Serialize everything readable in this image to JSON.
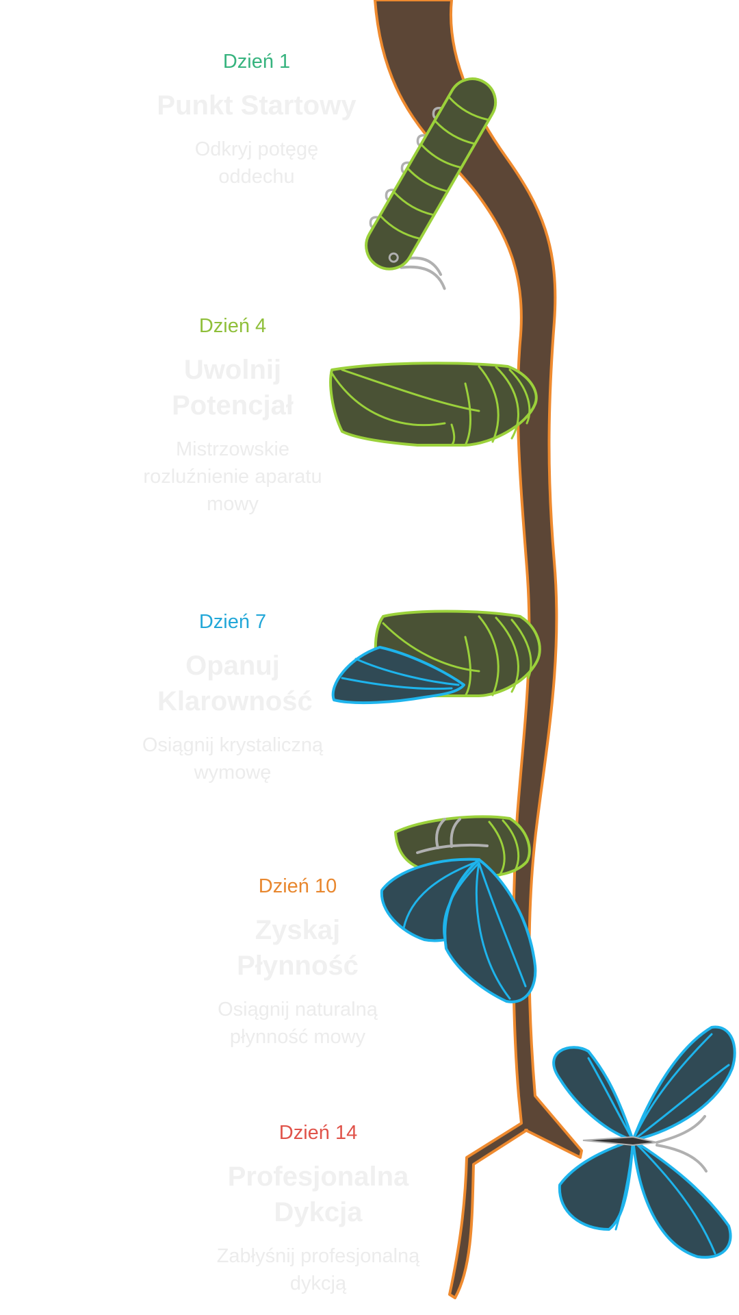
{
  "colors": {
    "branch_fill": "#5c4636",
    "branch_outline": "#ee8a2f",
    "green_fill": "#4a5235",
    "green_stroke": "#9bd13b",
    "blue_fill": "#304a55",
    "blue_stroke": "#1eb4ec",
    "antenna": "#b0b0b0",
    "title_text": "#f0f0f0",
    "desc_text": "#ececec"
  },
  "stages": [
    {
      "day": "Dzień 1",
      "day_color": "#36b37e",
      "title": "Punkt Startowy",
      "description": "Odkryj potęgę oddechu",
      "icon": "caterpillar-icon"
    },
    {
      "day": "Dzień 4",
      "day_color": "#8fbf3a",
      "title": "Uwolnij Potencjał",
      "description": "Mistrzowskie rozluźnienie aparatu mowy",
      "icon": "cocoon-icon"
    },
    {
      "day": "Dzień 7",
      "day_color": "#22a7d8",
      "title": "Opanuj Klarowność",
      "description": "Osiągnij krystaliczną wymowę",
      "icon": "cocoon-emerging-icon"
    },
    {
      "day": "Dzień 10",
      "day_color": "#e8872e",
      "title": "Zyskaj Płynność",
      "description": "Osiągnij naturalną płynność mowy",
      "icon": "butterfly-emerging-icon"
    },
    {
      "day": "Dzień 14",
      "day_color": "#e0534a",
      "title": "Profesjonalna Dykcja",
      "description": "Zabłyśnij profesjonalną dykcją",
      "icon": "butterfly-icon"
    }
  ]
}
